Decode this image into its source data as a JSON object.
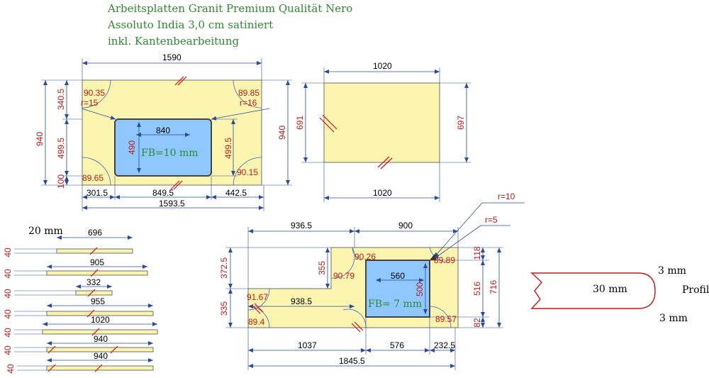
{
  "title": {
    "line1": "Arbeitsplatten Granit Premium Qualität Nero",
    "line2": "Assoluto India 3,0 cm satiniert",
    "line3": "inkl. Kantenbearbeitung"
  },
  "top_left": {
    "overall_width": "1590",
    "bottom_width": "1593.5",
    "seg_left": "301.5",
    "seg_mid": "849.5",
    "seg_right": "442.5",
    "height_left": "940",
    "height_right": "940",
    "v_top": "340.5",
    "v_mid": "499.5",
    "v_bot": "100",
    "v_right_mid": "499.5",
    "angle_tl": "90.35",
    "angle_tr": "89.85",
    "angle_bl": "89.65",
    "angle_br": "90.15",
    "radius_l": "r=15",
    "radius_r": "r=16",
    "sink_w": "840",
    "sink_h": "490",
    "sink_label": "FB=10  mm"
  },
  "top_right": {
    "width_top": "1020",
    "width_bottom": "1020",
    "height_left": "691",
    "height_right": "697"
  },
  "strips": {
    "thickness_label": "20 mm",
    "items": [
      {
        "length": "696",
        "height": "40"
      },
      {
        "length": "905",
        "height": "40"
      },
      {
        "length": "332",
        "height": "40"
      },
      {
        "length": "955",
        "height": "40"
      },
      {
        "length": "1020",
        "height": "40"
      },
      {
        "length": "940",
        "height": "40"
      },
      {
        "length": "940",
        "height": "40"
      }
    ]
  },
  "bottom": {
    "top_left": "936.5",
    "top_right": "900",
    "radius_a": "r=10",
    "radius_b": "r=5",
    "v_left_top": "372.5",
    "v_left_bot": "335",
    "v_step": "355",
    "v_right_top": "118",
    "v_right_mid": "516",
    "v_right_bot": "82",
    "v_right_total": "716",
    "angle_a": "90.26",
    "angle_b": "90.79",
    "angle_c": "89.89",
    "angle_d": "91.67",
    "angle_e": "89.4",
    "angle_f": "89.57",
    "inner_len": "938.5",
    "sink_w": "560",
    "sink_h": "500",
    "sink_label": "FB= 7 mm",
    "b_seg1": "1037",
    "b_seg2": "576",
    "b_seg3": "232.5",
    "b_total": "1845.5"
  },
  "profile": {
    "top": "3 mm",
    "middle": "30 mm",
    "bottom": "3 mm",
    "label": "Profil"
  },
  "colors": {
    "slab": "#fbf5b0",
    "sink": "#8ec8ff",
    "dimension_text": "#c21818",
    "title_text": "#2f8a2f",
    "dimension_line": "#2a4a9c"
  }
}
